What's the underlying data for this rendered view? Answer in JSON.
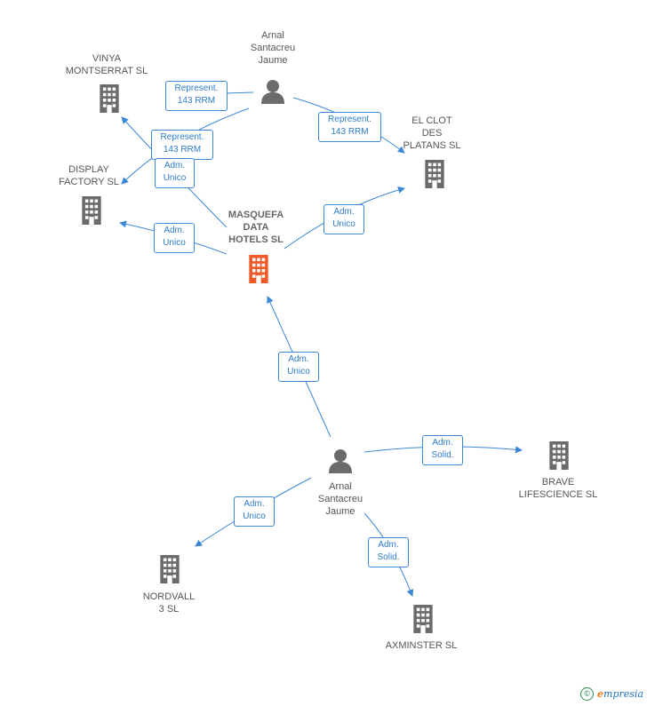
{
  "colors": {
    "edge": "#3a87d6",
    "building": "#6b6b6b",
    "main_building": "#f05a28",
    "person": "#6b6b6b"
  },
  "nodes": {
    "person_top": {
      "label": "Arnal\nSantacreu\nJaume",
      "icon": "person-icon"
    },
    "person_bottom": {
      "label": "Arnal\nSantacreu\nJaume",
      "icon": "person-icon"
    },
    "vinya": {
      "label": "VINYA\nMONTSERRAT SL",
      "icon": "building-icon"
    },
    "elclot": {
      "label": "EL CLOT\nDES\nPLATANS SL",
      "icon": "building-icon"
    },
    "display": {
      "label": "DISPLAY\nFACTORY SL",
      "icon": "building-icon"
    },
    "masquefa": {
      "label": "MASQUEFA\nDATA\nHOTELS SL",
      "icon": "building-icon"
    },
    "brave": {
      "label": "BRAVE\nLIFESCIENCE SL",
      "icon": "building-icon"
    },
    "nordvall": {
      "label": "NORDVALL\n3 SL",
      "icon": "building-icon"
    },
    "axminster": {
      "label": "AXMINSTER  SL",
      "icon": "building-icon"
    }
  },
  "edges": {
    "rep_vinya": "Represent.\n143 RRM",
    "rep_elclot": "Represent.\n143 RRM",
    "rep_display": "Represent.\n143 RRM",
    "adm_display_top": "Adm.\nUnico",
    "adm_display_main": "Adm.\nUnico",
    "adm_elclot_main": "Adm.\nUnico",
    "adm_masquefa": "Adm.\nUnico",
    "adm_brave": "Adm.\nSolid.",
    "adm_nordvall": "Adm.\nUnico",
    "adm_axminster": "Adm.\nSolid."
  },
  "footer": {
    "copyright": "©",
    "brand_first": "e",
    "brand_rest": "mpresia"
  }
}
